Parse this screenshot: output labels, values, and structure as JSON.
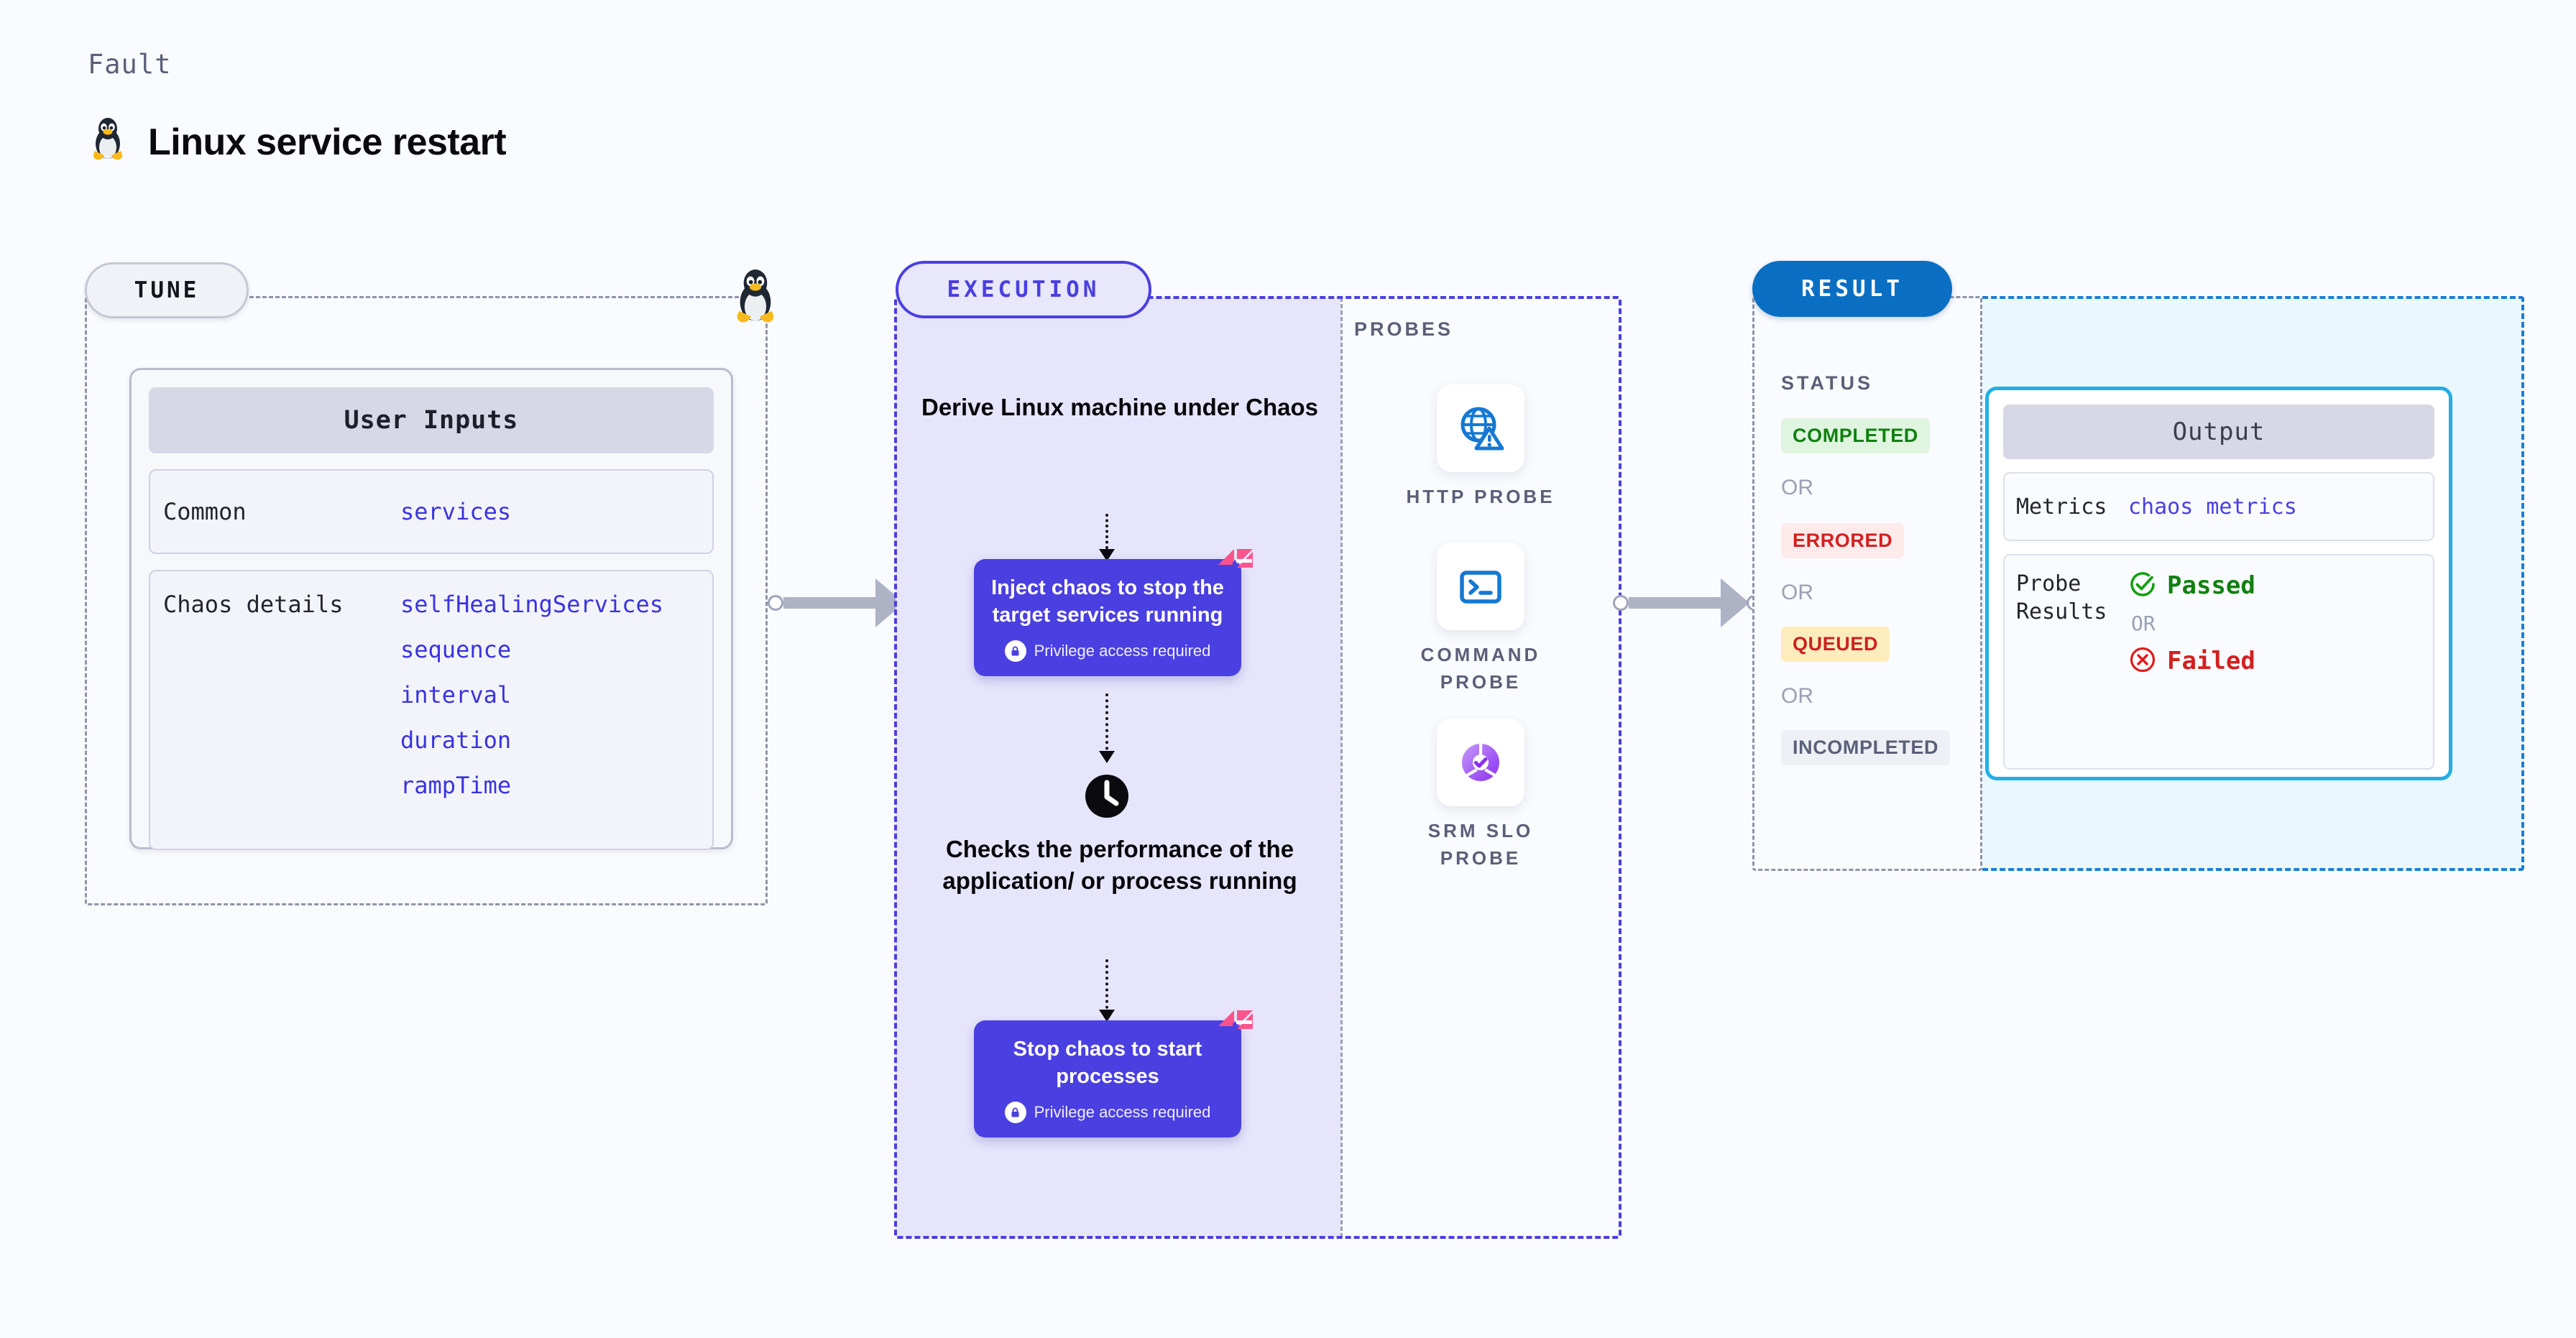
{
  "header": {
    "fault_label": "Fault",
    "title": "Linux service restart",
    "icon": "linux-tux-icon"
  },
  "tune": {
    "badge": "TUNE",
    "card_header": "User Inputs",
    "rows": [
      {
        "label": "Common",
        "values": [
          "services"
        ]
      },
      {
        "label": "Chaos details",
        "values": [
          "selfHealingServices",
          "sequence",
          "interval",
          "duration",
          "rampTime"
        ]
      }
    ]
  },
  "execution": {
    "badge": "EXECUTION",
    "step1_text": "Derive Linux machine under Chaos",
    "step2": {
      "title": "Inject chaos to stop the target services running",
      "privilege": "Privilege access required",
      "badge_icon": "harness-ribbon-icon",
      "lock_icon": "lock-icon"
    },
    "step3_text": "Checks the performance of the application/ or process running",
    "step3_icon": "clock-icon",
    "step4": {
      "title": "Stop chaos to start processes",
      "privilege": "Privilege access required",
      "badge_icon": "harness-ribbon-icon",
      "lock_icon": "lock-icon"
    }
  },
  "probes": {
    "label": "PROBES",
    "items": [
      {
        "label": "HTTP PROBE",
        "icon": "globe-warning-icon"
      },
      {
        "label": "COMMAND PROBE",
        "icon": "terminal-icon"
      },
      {
        "label": "SRM SLO PROBE",
        "icon": "slo-donut-check-icon"
      }
    ]
  },
  "result": {
    "badge": "RESULT",
    "status_label": "STATUS",
    "or_label": "OR",
    "statuses": [
      {
        "text": "COMPLETED",
        "bg": "#e0f5e0",
        "fg": "#108010"
      },
      {
        "text": "ERRORED",
        "bg": "#fdeaea",
        "fg": "#d32020"
      },
      {
        "text": "QUEUED",
        "bg": "#fdedbd",
        "fg": "#cc2020"
      },
      {
        "text": "INCOMPLETED",
        "bg": "#eff0f6",
        "fg": "#5b6078"
      }
    ],
    "output": {
      "header": "Output",
      "metrics_label": "Metrics",
      "metrics_value": "chaos metrics",
      "probe_label": "Probe Results",
      "passed_text": "Passed",
      "failed_text": "Failed",
      "or_label": "OR",
      "passed_icon": "check-circle-icon",
      "failed_icon": "x-circle-icon"
    }
  },
  "colors": {
    "background": "#fafbff",
    "accent_indigo": "#4a3fe0",
    "accent_blue": "#0a6fc2",
    "accent_cyan": "#22aee5",
    "pink": "#f9558c",
    "muted": "#5b6078",
    "pass_green": "#108010",
    "fail_red": "#d32020"
  }
}
